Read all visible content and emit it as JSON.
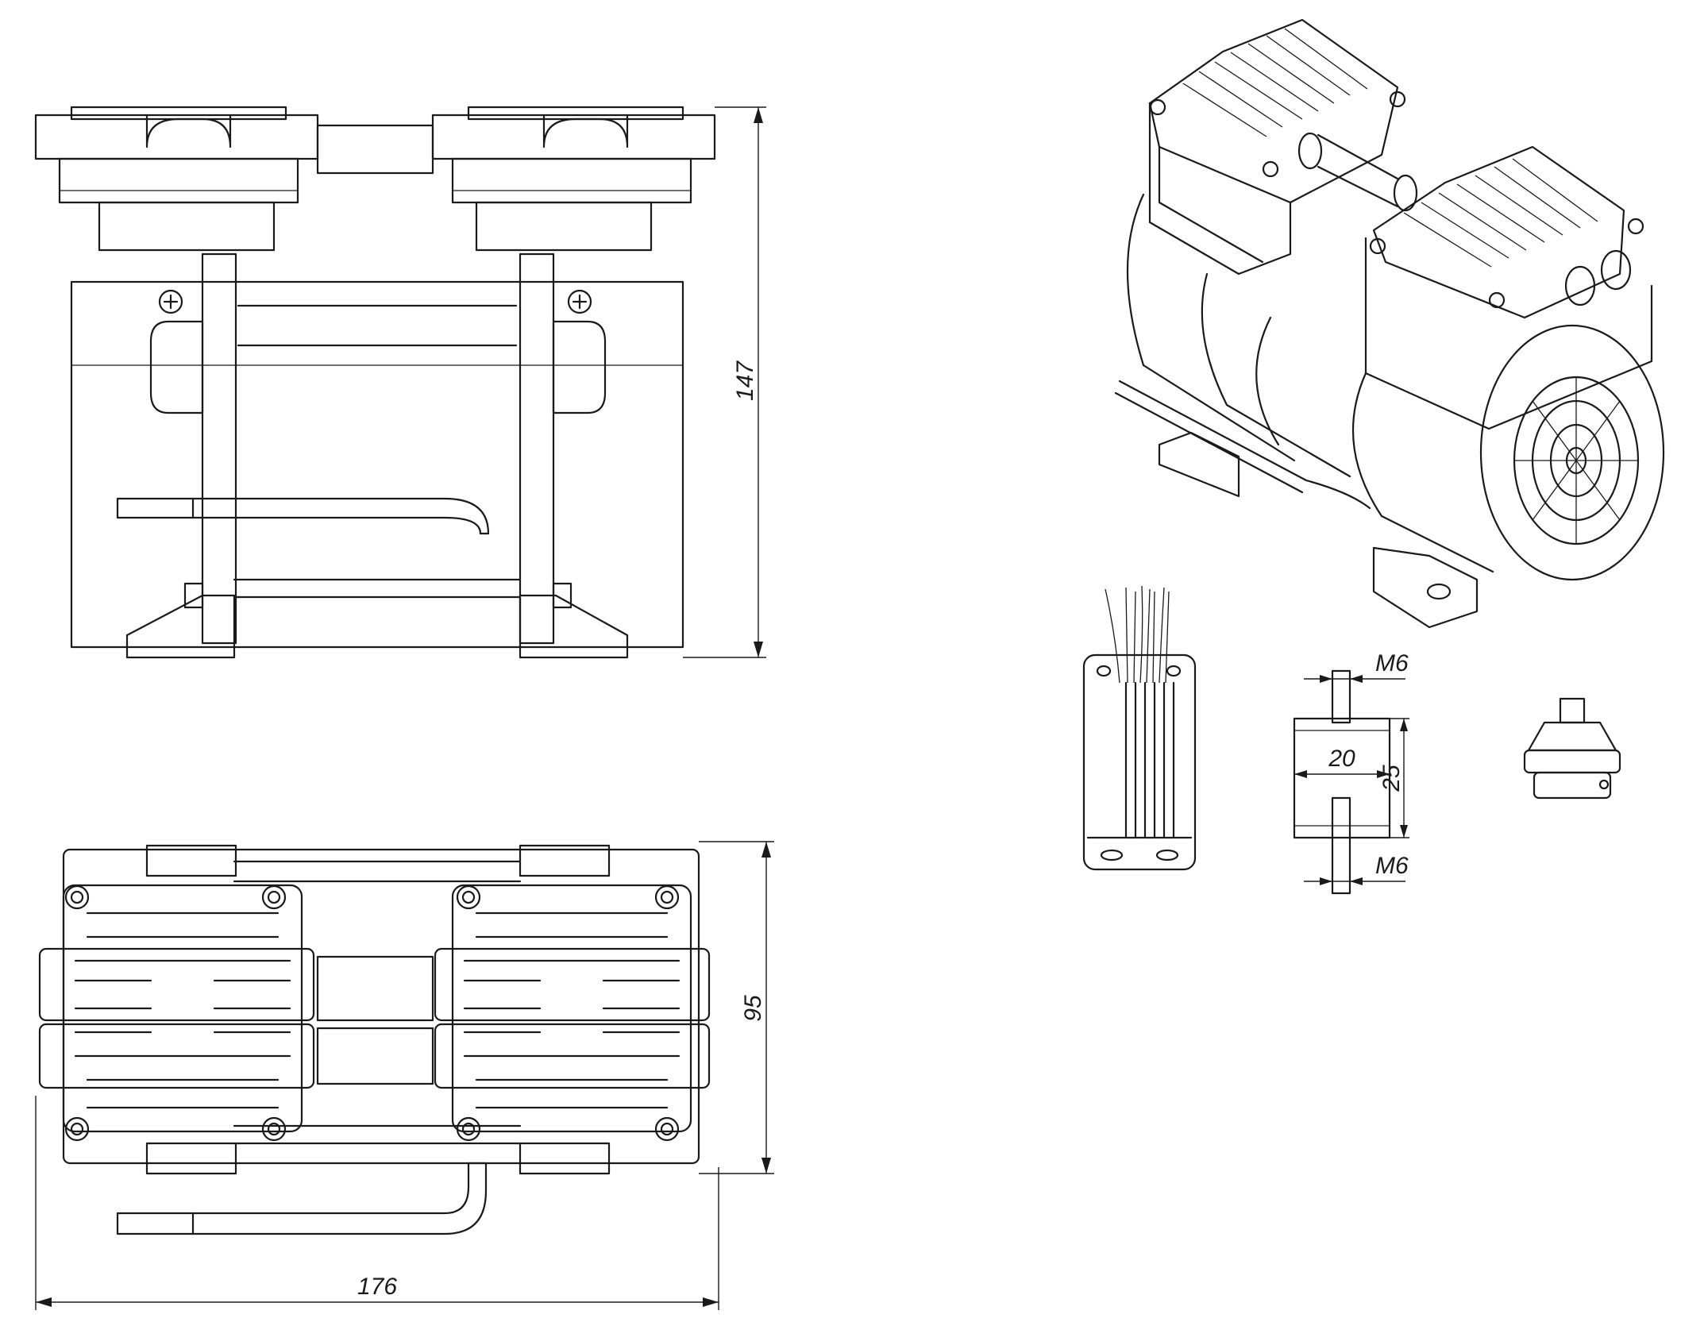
{
  "dimensions": {
    "height": "147",
    "width": "176",
    "depth": "95",
    "thread_top": "M6",
    "thread_bottom": "M6",
    "damper_diameter": "20",
    "damper_height": "25"
  },
  "colors": {
    "line": "#1a1a1a",
    "background": "#ffffff"
  },
  "icons": {
    "screw": "phillips-screw-icon",
    "fan": "fan-grille-icon"
  }
}
